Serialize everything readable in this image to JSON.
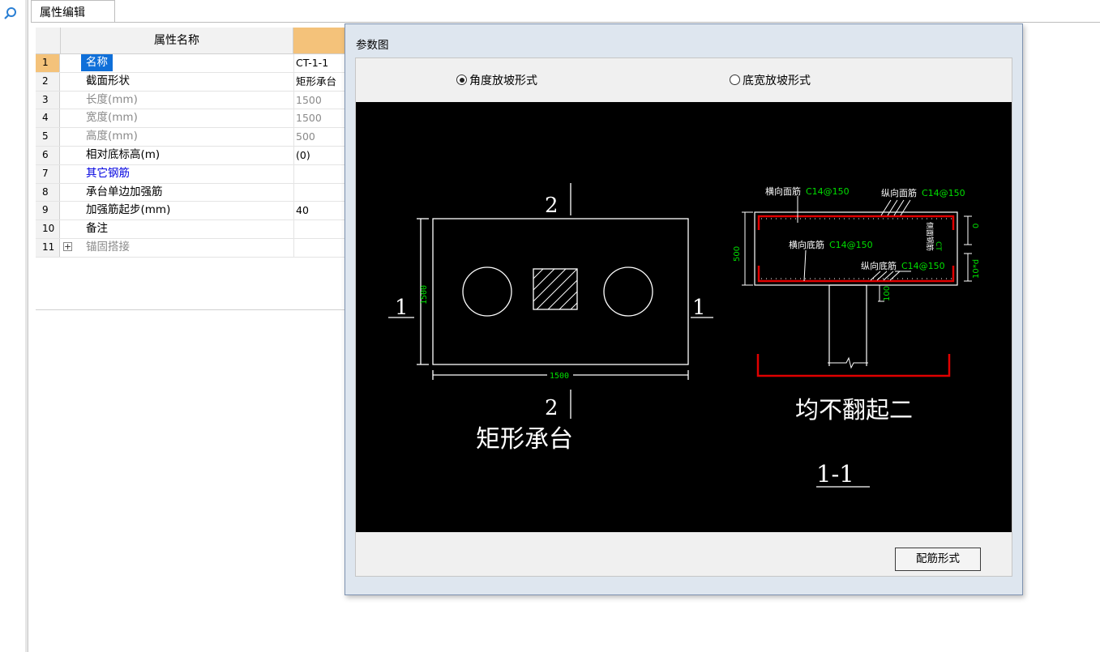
{
  "panel": {
    "tab_label": "属性编辑"
  },
  "grid": {
    "header_name": "属性名称",
    "rows": [
      {
        "num": "1",
        "name": "名称",
        "value": "CT-1-1"
      },
      {
        "num": "2",
        "name": "截面形状",
        "value": "矩形承台"
      },
      {
        "num": "3",
        "name": "长度(mm)",
        "value": "1500"
      },
      {
        "num": "4",
        "name": "宽度(mm)",
        "value": "1500"
      },
      {
        "num": "5",
        "name": "高度(mm)",
        "value": "500"
      },
      {
        "num": "6",
        "name": "相对底标高(m)",
        "value": "(0)"
      },
      {
        "num": "7",
        "name": "其它钢筋",
        "value": ""
      },
      {
        "num": "8",
        "name": "承台单边加强筋",
        "value": ""
      },
      {
        "num": "9",
        "name": "加强筋起步(mm)",
        "value": "40"
      },
      {
        "num": "10",
        "name": "备注",
        "value": ""
      },
      {
        "num": "11",
        "name": "锚固搭接",
        "value": "",
        "expander": "+"
      }
    ]
  },
  "dialog": {
    "title": "参数图",
    "radio_angle": "角度放坡形式",
    "radio_width": "底宽放坡形式",
    "button": "配筋形式"
  },
  "drawing": {
    "plan": {
      "cut_label": "2",
      "side_label": "1",
      "dim_height": "1500",
      "dim_width": "1500",
      "caption": "矩形承台"
    },
    "section": {
      "top_transverse": "横向面筋",
      "top_transverse_spec": "C14@150",
      "top_longitudinal": "纵向面筋",
      "top_longitudinal_spec": "C14@150",
      "bottom_transverse": "横向底筋",
      "bottom_transverse_spec": "C14@150",
      "bottom_longitudinal": "纵向底筋",
      "bottom_longitudinal_spec": "C14@150",
      "side_rebar": "侧面钢筋",
      "dim_500": "500",
      "dim_0": "0",
      "dim_10d": "10*d",
      "dim_100": "100",
      "dim_ct": "CT",
      "note": "均不翻起二",
      "caption": "1-1"
    },
    "colors": {
      "green": "#00e000",
      "red": "#e00000",
      "white": "#ffffff"
    }
  }
}
